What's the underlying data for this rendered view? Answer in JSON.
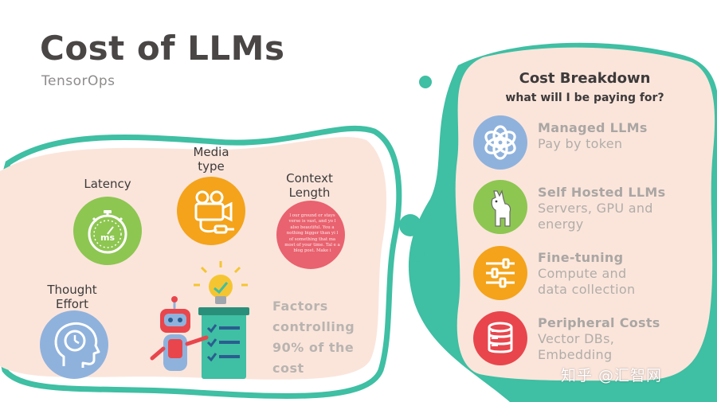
{
  "header": {
    "title": "Cost of LLMs",
    "subtitle": "TensorOps"
  },
  "factors": {
    "latency": "Latency",
    "media_line1": "Media",
    "media_line2": "type",
    "context_line1": "Context",
    "context_line2": "Length",
    "thought_line1": "Thought",
    "thought_line2": "Effort",
    "latency_icon_text": "ms",
    "context_sample": "l our ground or stays verse is vast, and yo l also beautiful. You a nothing bigger than yi l of something that ma most of your time. Tal e a blog post. Make i",
    "note": "Factors controlling 90% of the cost"
  },
  "breakdown": {
    "title": "Cost Breakdown",
    "subtitle": "what will I be paying for?",
    "items": [
      {
        "title": "Managed LLMs",
        "desc": [
          "Pay by token"
        ],
        "icon": "openai-logo-icon",
        "color": "#8fb2dd"
      },
      {
        "title": "Self Hosted LLMs",
        "desc": [
          "Servers, GPU and",
          "energy"
        ],
        "icon": "llama-icon",
        "color": "#8dc651"
      },
      {
        "title": "Fine-tuning",
        "desc": [
          "Compute and",
          "data collection"
        ],
        "icon": "sliders-icon",
        "color": "#f4a31a"
      },
      {
        "title": "Peripheral Costs",
        "desc": [
          "Vector DBs,",
          "Embedding"
        ],
        "icon": "database-icon",
        "color": "#e8464c"
      }
    ]
  },
  "watermark": "知乎 @汇智网",
  "colors": {
    "teal": "#3fbfa3",
    "blob": "#fbe5db",
    "blue": "#8fb2dd",
    "green": "#8dc651",
    "orange": "#f4a31a",
    "red": "#e8464c",
    "pink": "#e9626f",
    "yellow": "#f5c531"
  }
}
